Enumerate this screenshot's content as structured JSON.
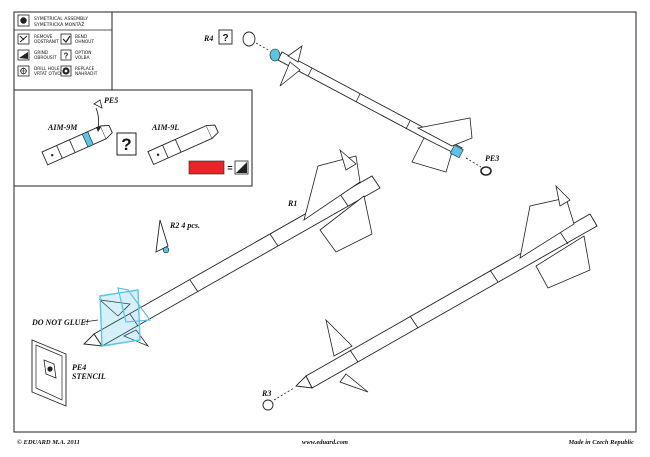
{
  "legend": [
    {
      "icon": "symmetrical-assembly-icon",
      "line1": "SYMETRICAL ASSEMBLY",
      "line2": "SYMETRICKÁ MONTÁŽ"
    },
    {
      "icon": "remove-icon",
      "line1": "REMOVE",
      "line2": "ODSTRANIT"
    },
    {
      "icon": "bend-icon",
      "line1": "BEND",
      "line2": "OHNOUT"
    },
    {
      "icon": "grind-icon",
      "line1": "GRIND",
      "line2": "OBROUSIT"
    },
    {
      "icon": "option-icon",
      "line1": "OPTION",
      "line2": "VOLBA"
    },
    {
      "icon": "drill-hole-icon",
      "line1": "DRILL HOLE",
      "line2": "VRTAT OTVOR"
    },
    {
      "icon": "replace-icon",
      "line1": "REPLACE",
      "line2": "NAHRADIT"
    }
  ],
  "labels": {
    "r4": "R4",
    "pe5": "PE5",
    "aim9m": "AIM-9M",
    "aim9l": "AIM-9L",
    "pe3": "PE3",
    "r1": "R1",
    "r2": "R2  4 pcs.",
    "do_not_glue": "DO NOT GLUE!",
    "pe4": "PE4",
    "stencil": "STENCIL",
    "r3": "R3",
    "option_mark": "?",
    "equals": "="
  },
  "footer": {
    "left": "© EDUARD  M.A. 2011",
    "center": "www.eduard.com",
    "right": "Made in Czech Republic"
  },
  "colors": {
    "paint_red": "#e8262a",
    "photoetch_blue": "#5bc3e6",
    "line": "#222222"
  }
}
